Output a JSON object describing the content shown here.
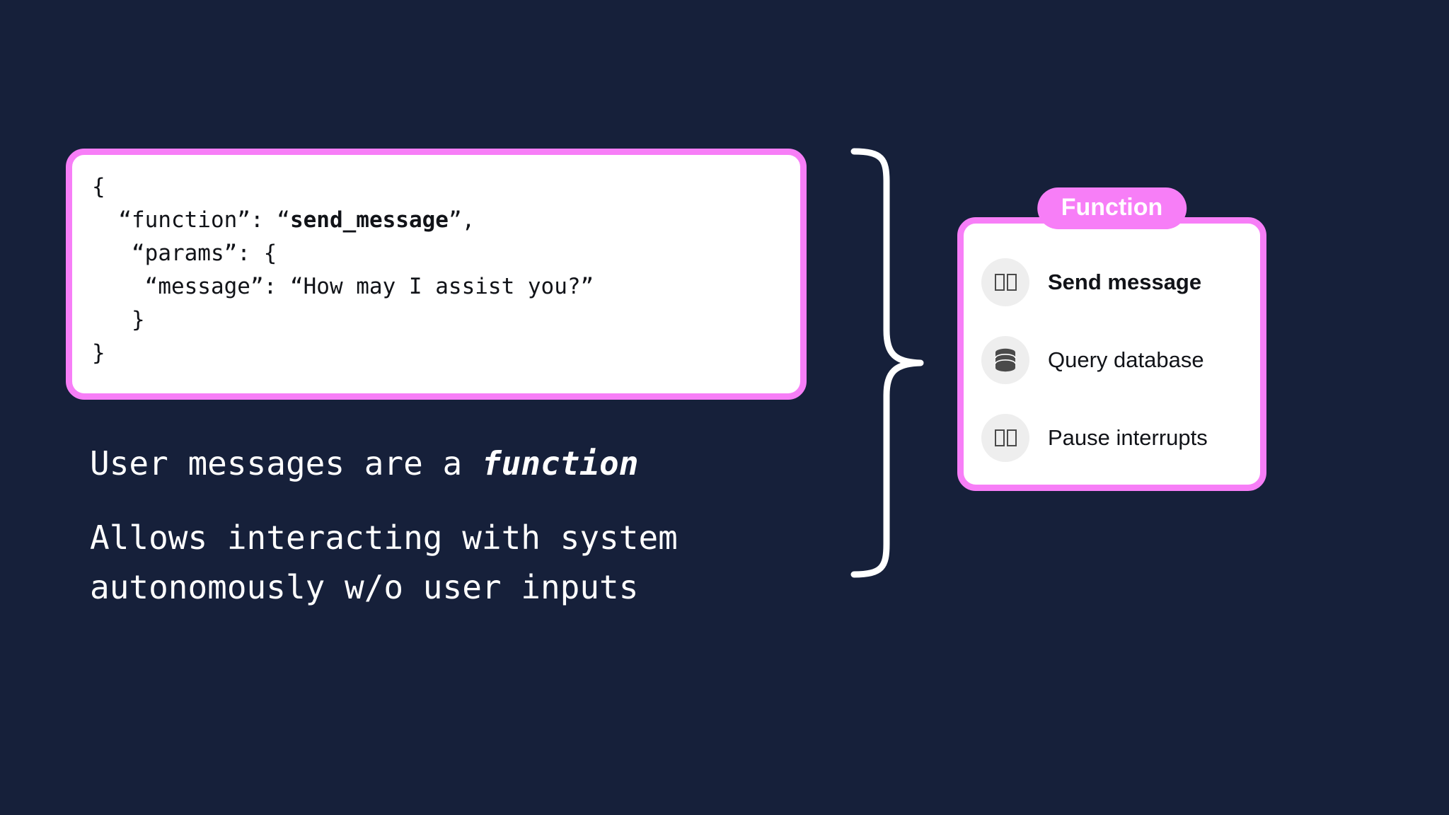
{
  "background_color": "#16203a",
  "accent_color": "#f77ef7",
  "code_card": {
    "lines": [
      {
        "text": "{",
        "bold_segment": null
      },
      {
        "prefix": "  “function”: “",
        "bold": "send_message",
        "suffix": "”,"
      },
      {
        "text": "   “params”: {",
        "bold_segment": null
      },
      {
        "text": "    “message”: “How may I assist you?”",
        "bold_segment": null
      },
      {
        "text": "   }",
        "bold_segment": null
      },
      {
        "text": "}",
        "bold_segment": null
      }
    ]
  },
  "captions": {
    "line1_before": "User messages are a ",
    "line1_emphasis": "function",
    "line2": "Allows interacting with system\nautonomously w/o user inputs"
  },
  "function_card": {
    "badge_label": "Function",
    "items": [
      {
        "icon": "missing-glyph-icon",
        "label": "Send message",
        "bold": true
      },
      {
        "icon": "database-icon",
        "label": "Query database",
        "bold": false
      },
      {
        "icon": "missing-glyph-icon",
        "label": "Pause interrupts",
        "bold": false
      }
    ]
  },
  "connector": {
    "name": "curly-brace-connector",
    "color": "#ffffff"
  }
}
